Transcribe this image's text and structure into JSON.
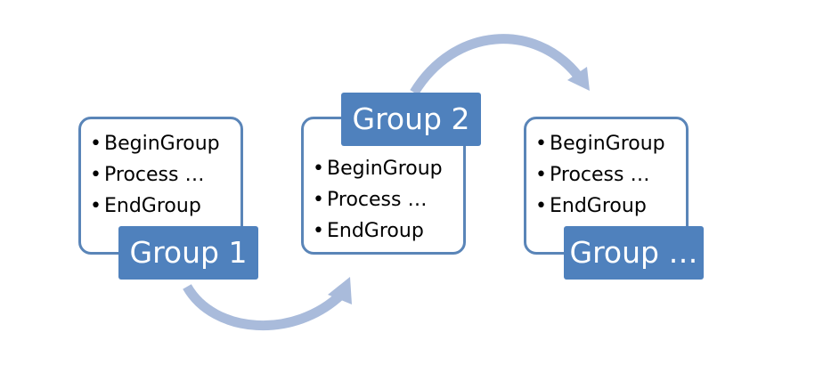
{
  "colors": {
    "box_border": "#5a85b8",
    "label_fill": "#4f81bd",
    "label_text": "#ffffff",
    "arrow": "#a9bbdb"
  },
  "groups": [
    {
      "label": "Group 1",
      "items": [
        "BeginGroup",
        "Process …",
        "EndGroup"
      ]
    },
    {
      "label": "Group 2",
      "items": [
        "BeginGroup",
        "Process …",
        "EndGroup"
      ]
    },
    {
      "label": "Group …",
      "items": [
        "BeginGroup",
        "Process …",
        "EndGroup"
      ]
    }
  ],
  "bullet": "•"
}
